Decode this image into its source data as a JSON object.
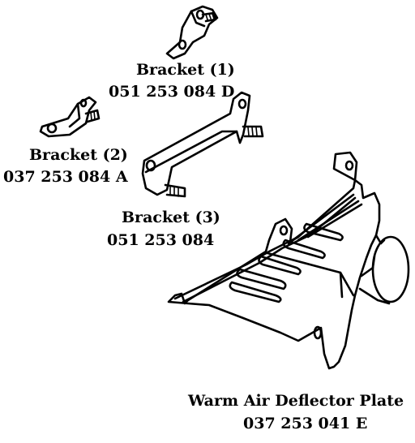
{
  "parts": [
    {
      "name": "Bracket (1)",
      "number": "051 253 084 D"
    },
    {
      "name": "Bracket (2)",
      "number": "037 253 084 A"
    },
    {
      "name": "Bracket (3)",
      "number": "051 253 084"
    },
    {
      "name": "Warm Air Deflector Plate",
      "number": "037 253 041 E"
    }
  ]
}
